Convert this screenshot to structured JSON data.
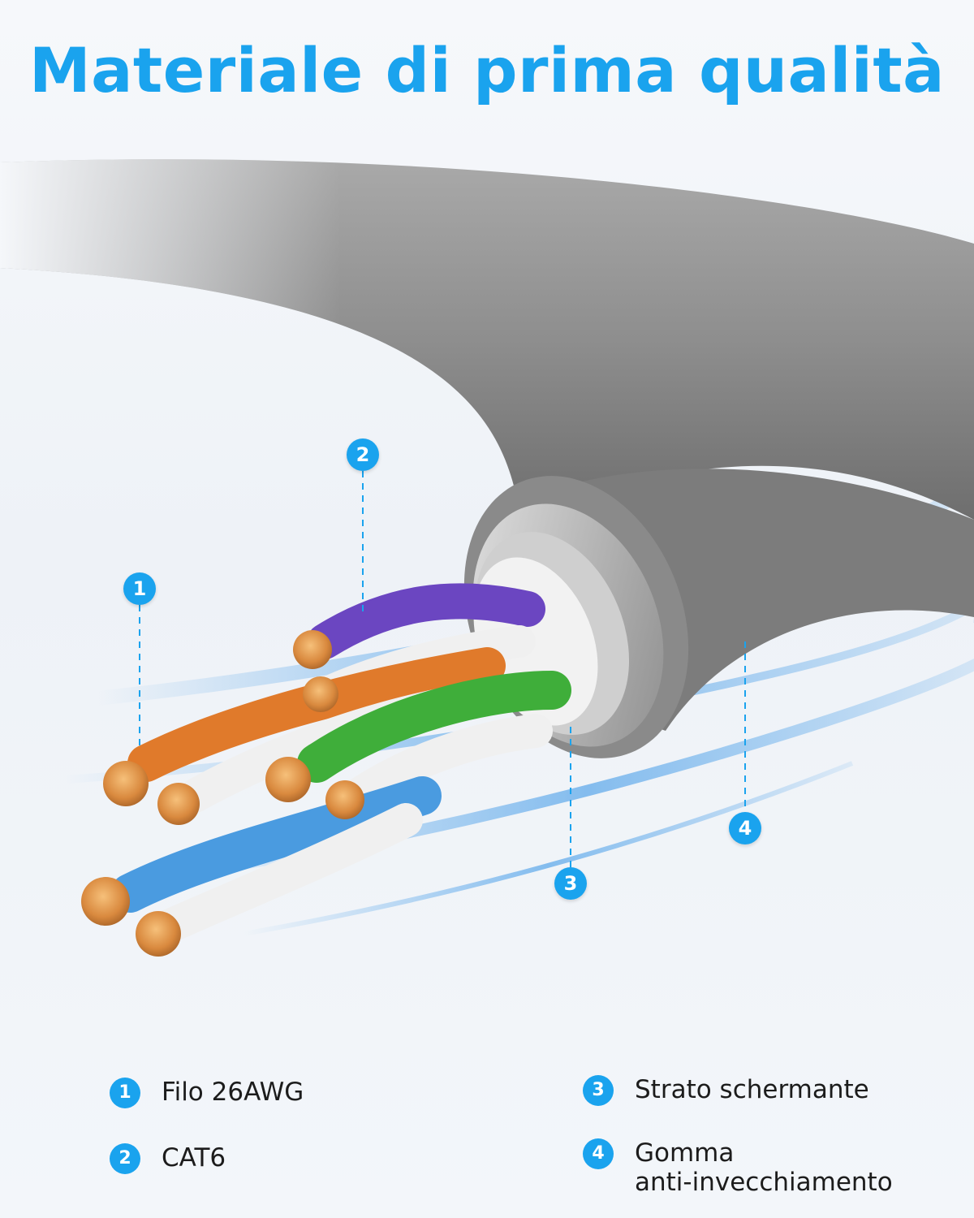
{
  "title": "Materiale di prima qualità",
  "colors": {
    "accent": "#1aa3ee",
    "cable_jacket": "#8c8c8c",
    "purple": "#6b46c1",
    "orange": "#e07a2b",
    "green": "#3fae3a",
    "blue": "#4a9be0",
    "copper": "#d9893e"
  },
  "markers": [
    {
      "num": "1"
    },
    {
      "num": "2"
    },
    {
      "num": "3"
    },
    {
      "num": "4"
    }
  ],
  "legend": [
    {
      "num": "1",
      "lines": [
        "Filo 26AWG"
      ]
    },
    {
      "num": "2",
      "lines": [
        "CAT6"
      ]
    },
    {
      "num": "3",
      "lines": [
        "Strato schermante"
      ]
    },
    {
      "num": "4",
      "lines": [
        "Gomma",
        "anti-invecchiamento"
      ]
    }
  ]
}
